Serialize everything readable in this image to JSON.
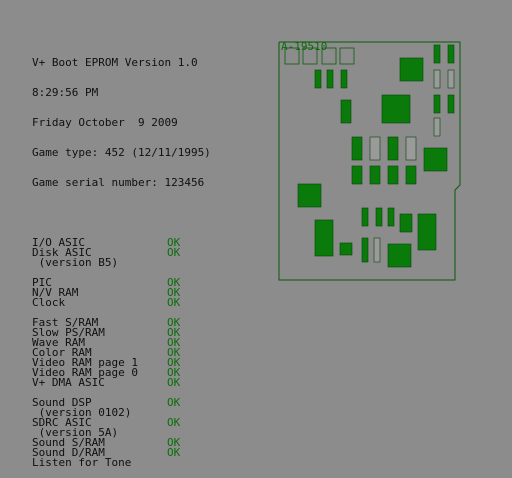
{
  "header": {
    "title": "V+ Boot EPROM Version 1.0",
    "time": "8:29:56 PM",
    "date": "Friday October  9 2009",
    "game_type": "Game type: 452 (12/11/1995)",
    "serial": "Game serial number: 123456"
  },
  "tests": [
    {
      "label": "I/O ASIC",
      "status": "OK"
    },
    {
      "label": "Disk ASIC",
      "status": "OK"
    },
    {
      "label": " (version B5)",
      "status": ""
    },
    {
      "gap": true
    },
    {
      "label": "PIC",
      "status": "OK"
    },
    {
      "label": "N/V RAM",
      "status": "OK"
    },
    {
      "label": "Clock",
      "status": "OK"
    },
    {
      "gap": true
    },
    {
      "label": "Fast S/RAM",
      "status": "OK"
    },
    {
      "label": "Slow PS/RAM",
      "status": "OK"
    },
    {
      "label": "Wave RAM",
      "status": "OK"
    },
    {
      "label": "Color RAM",
      "status": "OK"
    },
    {
      "label": "Video RAM page 1",
      "status": "OK"
    },
    {
      "label": "Video RAM page 0",
      "status": "OK"
    },
    {
      "label": "V+ DMA ASIC",
      "status": "OK"
    },
    {
      "gap": true
    },
    {
      "label": "Sound DSP",
      "status": "OK"
    },
    {
      "label": " (version 0102)",
      "status": ""
    },
    {
      "label": "SDRC ASIC",
      "status": "OK"
    },
    {
      "label": " (version 5A)",
      "status": ""
    },
    {
      "label": "Sound S/RAM",
      "status": "OK"
    },
    {
      "label": "Sound D/RAM",
      "status": "OK"
    },
    {
      "label": "Listen for Tone",
      "status": ""
    }
  ],
  "board": {
    "label": "A-19510",
    "colors": {
      "ok": "#0a7a0a",
      "untested": "#9a9a9a",
      "outline": "#0a5a0a"
    }
  }
}
